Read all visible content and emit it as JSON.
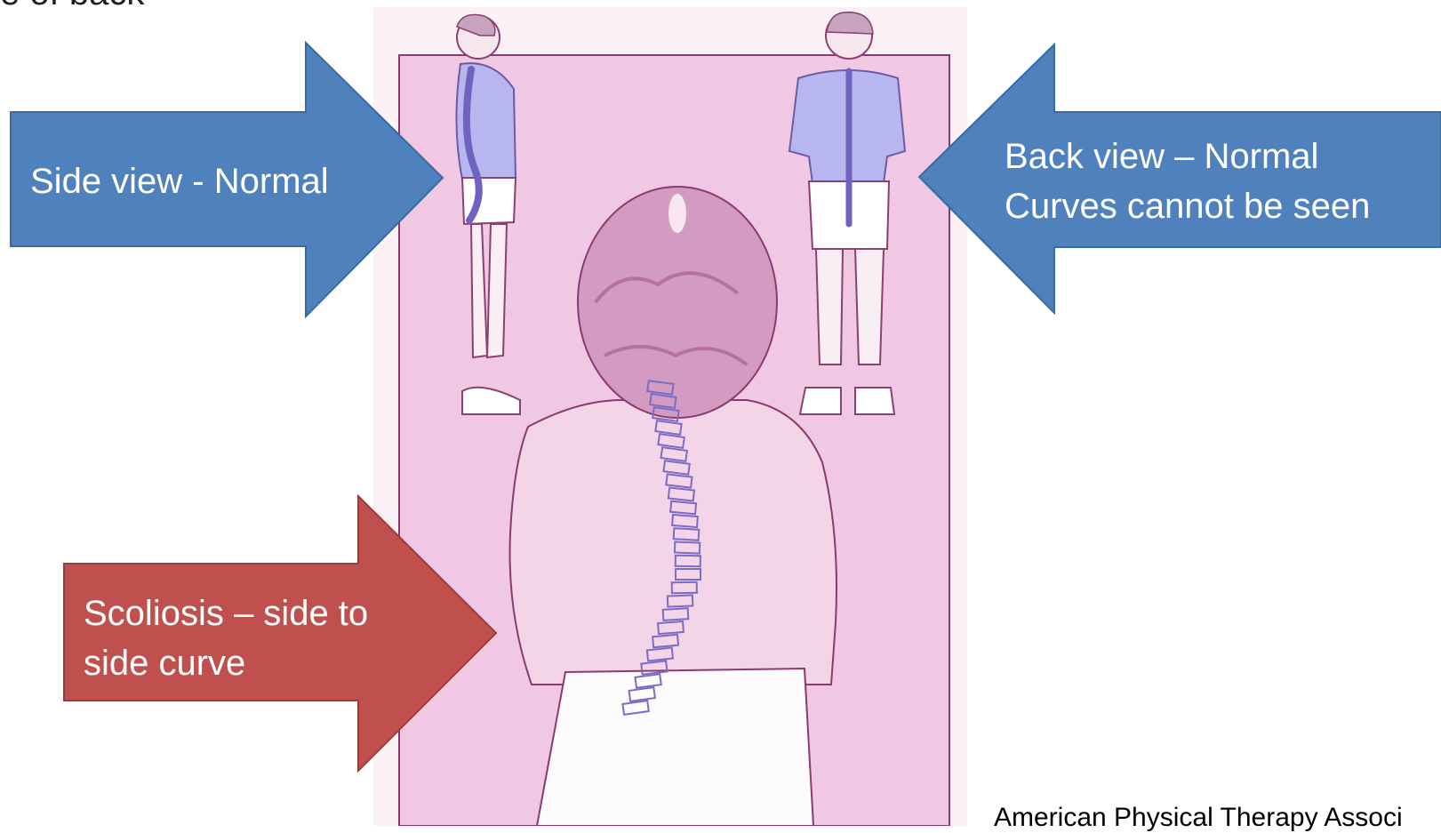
{
  "slide": {
    "cut_text": "e of back",
    "credit": "American Physical Therapy Associ"
  },
  "arrows": {
    "side_view": {
      "label": "Side view - Normal",
      "color": "#4f81bd"
    },
    "back_view": {
      "label": "Back view – Normal\nCurves cannot be seen",
      "color": "#4f81bd"
    },
    "scoliosis": {
      "label": "Scoliosis – side to\nside curve",
      "color": "#c0504d"
    }
  },
  "illustration": {
    "background": "#f1c8e3",
    "shirt": "#b7b6ee",
    "spine": "#7a6cc7"
  }
}
